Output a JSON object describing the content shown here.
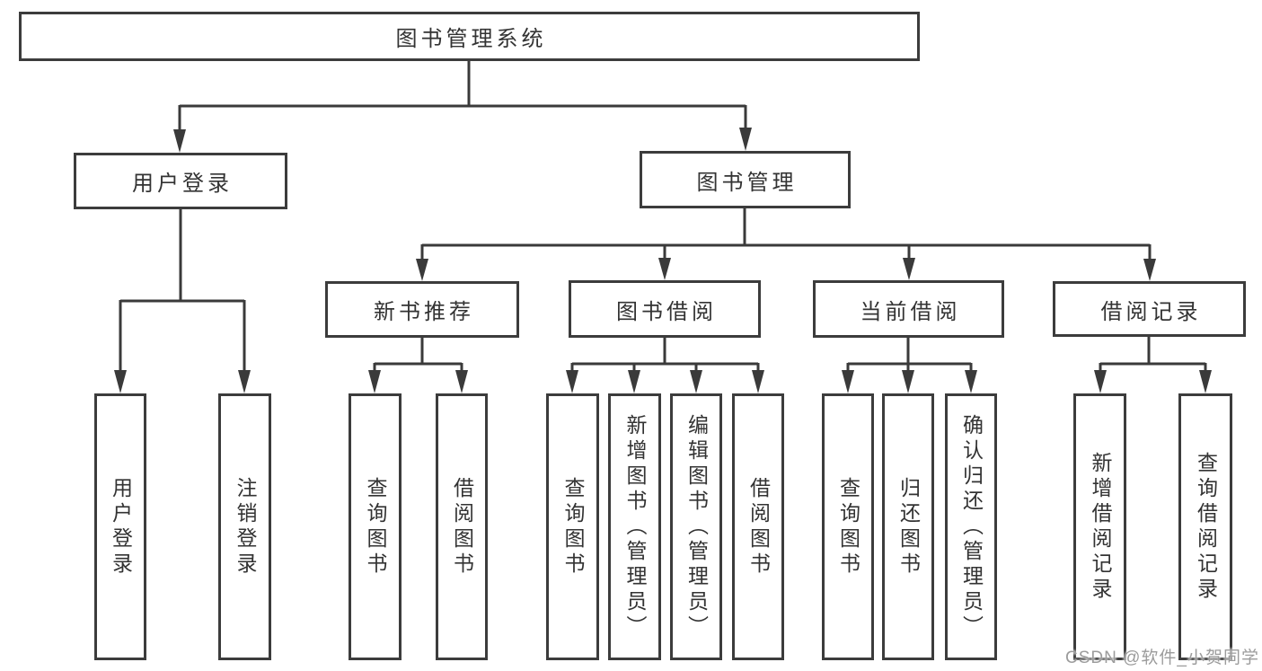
{
  "colors": {
    "line": "#3a3a3a",
    "border": "#3c3c3c",
    "text": "#333333",
    "bg": "#ffffff",
    "watermark": "#9c9c9c"
  },
  "diagram": {
    "root": {
      "label": "图书管理系统"
    },
    "level2": [
      {
        "label": "用户登录"
      },
      {
        "label": "图书管理"
      }
    ],
    "level3": [
      {
        "label": "新书推荐"
      },
      {
        "label": "图书借阅"
      },
      {
        "label": "当前借阅"
      },
      {
        "label": "借阅记录"
      }
    ],
    "leaves": {
      "user_login": [
        "用户登录",
        "注销登录"
      ],
      "new_book": [
        "查询图书",
        "借阅图书"
      ],
      "borrow": [
        "查询图书",
        "新增图书（管理员）",
        "编辑图书（管理员）",
        "借阅图书"
      ],
      "current": [
        "查询图书",
        "归还图书",
        "确认归还（管理员）"
      ],
      "records": [
        "新增借阅记录",
        "查询借阅记录"
      ]
    }
  },
  "watermark": "CSDN @软件_小贺同学"
}
